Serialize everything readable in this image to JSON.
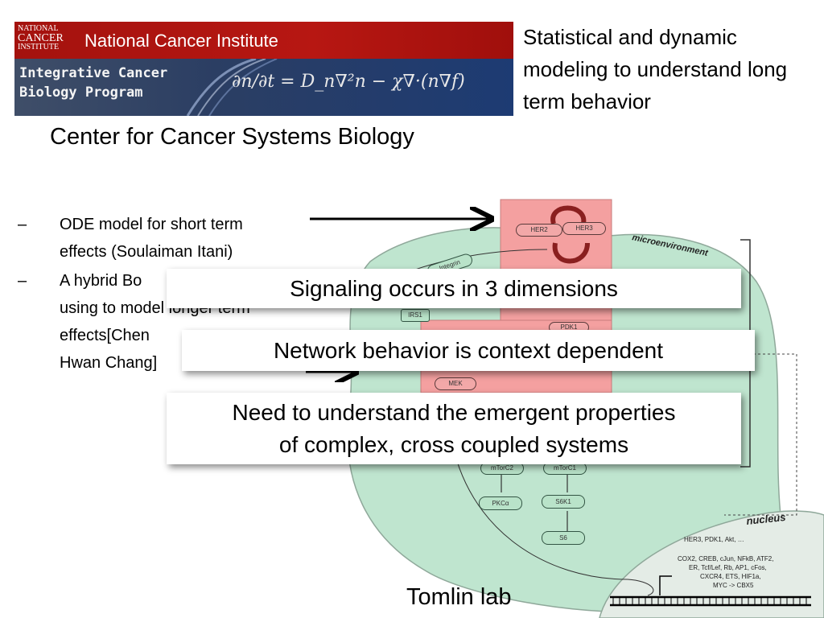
{
  "banner": {
    "logo_line1": "NATIONAL",
    "logo_line2": "CANCER",
    "logo_line3": "INSTITUTE",
    "nci_name": "National Cancer Institute",
    "program_line1": "Integrative Cancer",
    "program_line2": "Biology Program",
    "formula": "∂n/∂t = D_n∇²n − χ∇·(n∇f)"
  },
  "side_title": "Statistical and dynamic modeling to understand long term behavior",
  "center_title": "Center for Cancer Systems Biology",
  "bullets": [
    {
      "dash": "–",
      "line1": "ODE model for short term",
      "line2": "effects (Soulaiman Itani)"
    },
    {
      "dash": "–",
      "line1": "A hybrid Bo",
      "line2": "using to model longer term",
      "line3": "effects[Chen",
      "line4": "Hwan Chang]"
    }
  ],
  "callouts": {
    "signaling": "Signaling occurs in 3 dimensions",
    "network": "Network behavior is context dependent",
    "emergent_line1": "Need to understand the emergent properties",
    "emergent_line2": "of complex, cross coupled systems"
  },
  "diagram": {
    "microenvironment": "microenvironment",
    "nucleus": "nucleus",
    "her2": "HER2",
    "her3": "HER3",
    "integrin": "Integrin",
    "irs1": "IRS1",
    "pdk1": "PDK1",
    "mek": "MEK",
    "mtorc2": "mTorC2",
    "mtorc1": "mTorC1",
    "pkca": "PKCα",
    "s6k1": "S6K1",
    "s6": "S6",
    "nuc_list1": "HER3, PDK1, Akt, …",
    "nuc_list2": "COX2, CREB, cJun, NFkB, ATF2,",
    "nuc_list3": "ER, Tcf/Lef, Rb, AP1, cFos,",
    "nuc_list4": "CXCR4, ETS, HIF1a,",
    "nuc_list5": "MYC -> CBX5"
  },
  "lab": "Tomlin lab",
  "colors": {
    "banner_red": "#b71712",
    "banner_blue": "#1d3b73",
    "membrane_red": "#f4a0a0",
    "cytoplasm_green": "#bfe5cf"
  }
}
